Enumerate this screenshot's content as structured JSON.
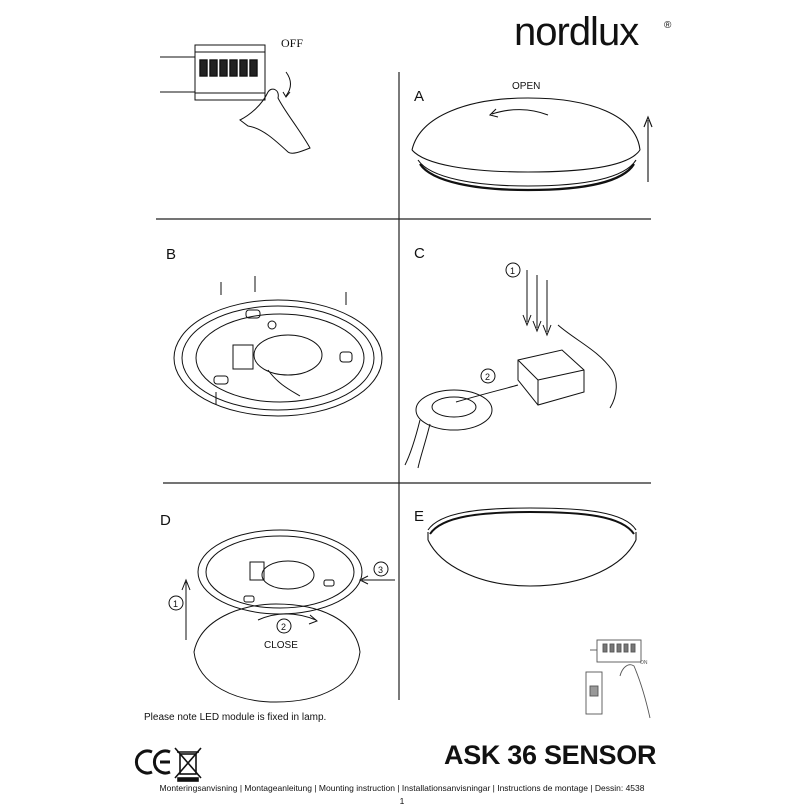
{
  "brand": {
    "name": "nordlux",
    "registered": "®"
  },
  "steps": {
    "switch_label": "OFF",
    "a": {
      "label": "A",
      "open_label": "OPEN"
    },
    "b": {
      "label": "B"
    },
    "c": {
      "label": "C",
      "marker1": "1",
      "marker2": "2"
    },
    "d": {
      "label": "D",
      "marker1": "1",
      "marker2": "2",
      "marker3": "3",
      "close_label": "CLOSE"
    },
    "e": {
      "label": "E",
      "switch_label": "ON"
    }
  },
  "note": "Please note LED module is fixed in lamp.",
  "product_name": "ASK 36 SENSOR",
  "footer": "Monteringsanvisning | Montageanleitung | Mounting instruction | Installationsanvisningar | Instructions de montage | Dessin: 4538",
  "page_number": "1",
  "certifications": [
    "CE",
    "WEEE"
  ]
}
